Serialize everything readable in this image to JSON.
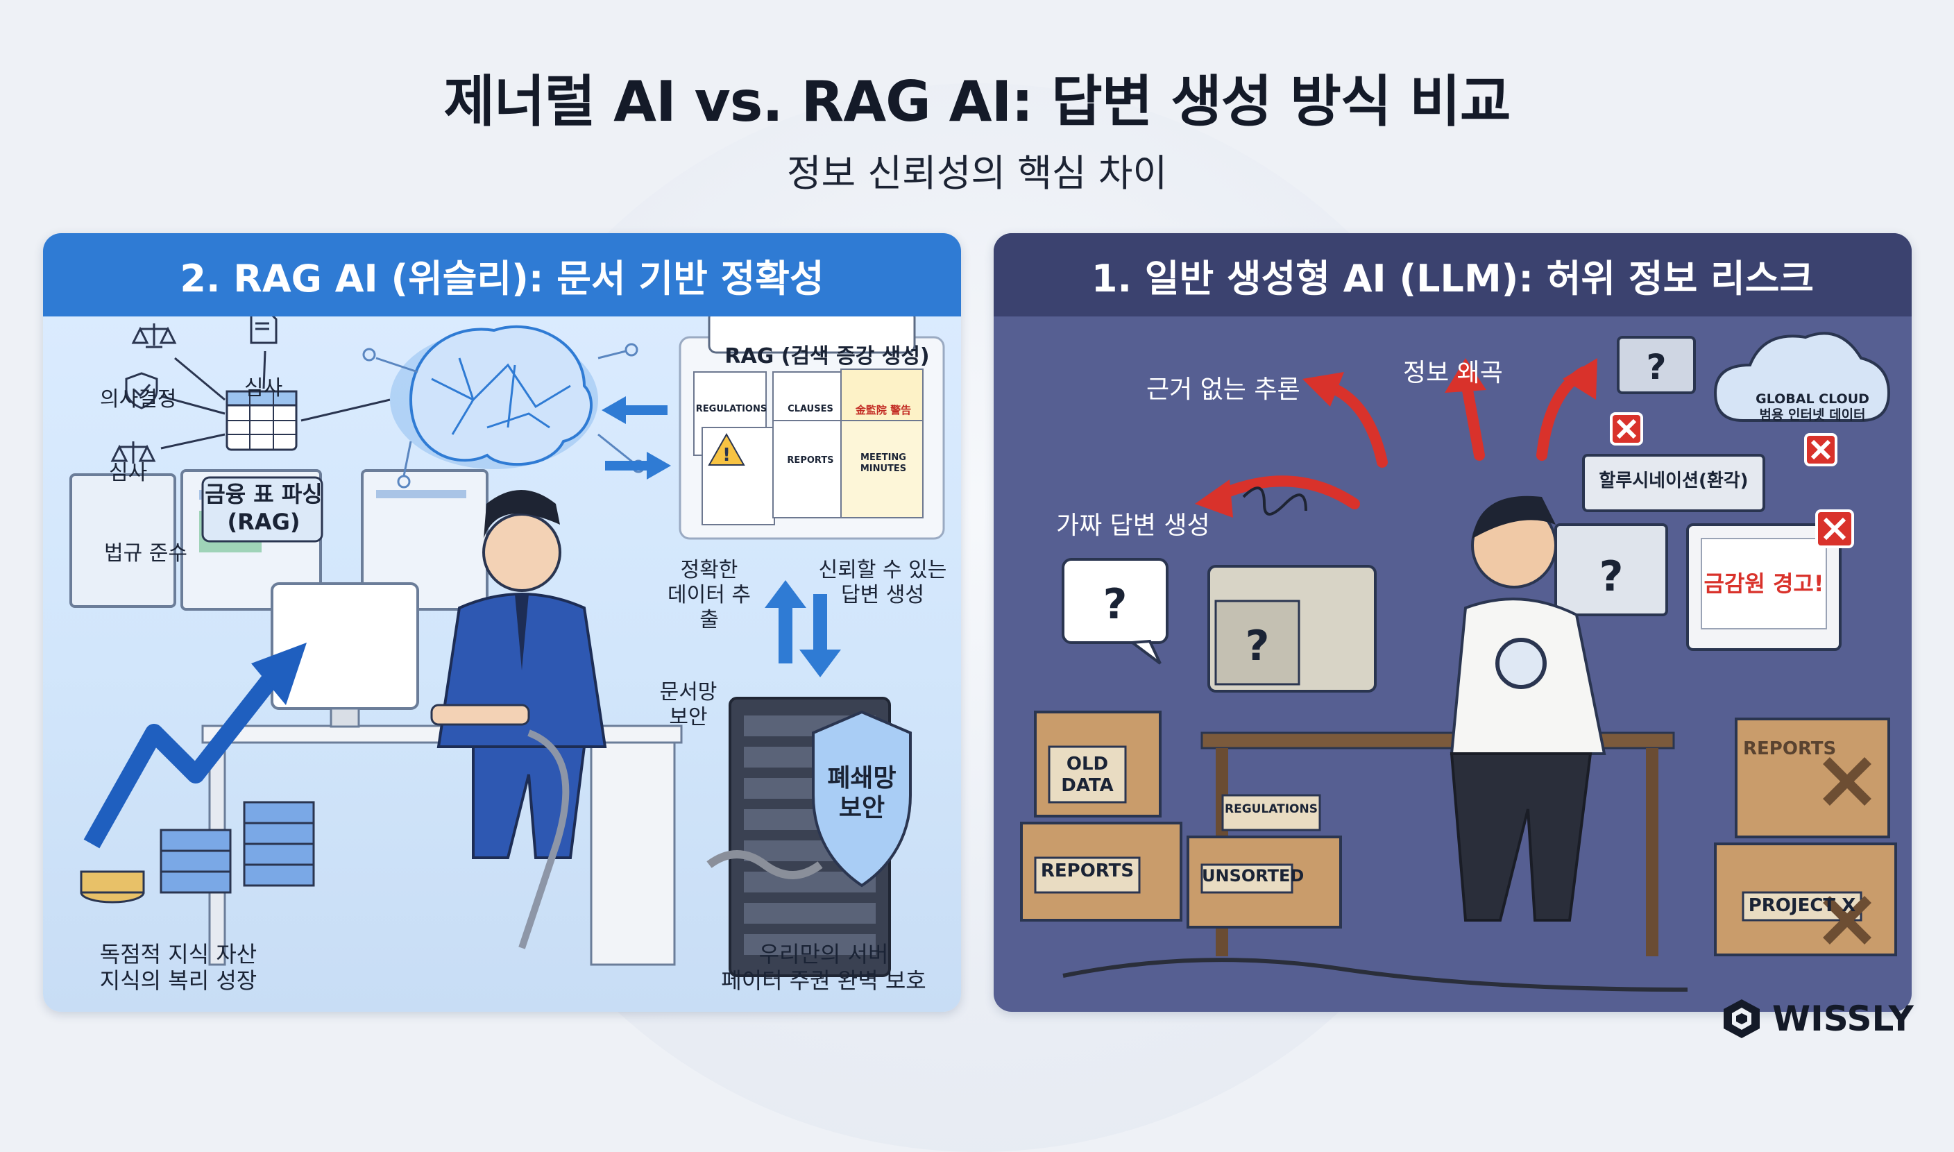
{
  "header": {
    "title": "제너럴 AI vs. RAG AI: 답변 생성 방식 비교",
    "subtitle": "정보 신뢰성의 핵심 차이"
  },
  "left_panel": {
    "heading": "2. RAG AI (위슬리): 문서 기반 정확성",
    "labels": {
      "decision": "의사결정",
      "review_top": "심사",
      "review_left": "심사",
      "compliance": "법규 준수",
      "table_parsing": "금융 표 파싱\n(RAG)",
      "rag_box_title": "RAG (검색 증강 생성)",
      "doc_regulations": "REGULATIONS",
      "doc_clauses": "CLAUSES",
      "doc_warning": "金監院 警告",
      "doc_reports": "REPORTS",
      "doc_meeting": "MEETING\nMINUTES",
      "extract": "정확한\n데이터 추출",
      "reliable": "신뢰할 수 있는\n답변 생성",
      "doc_network": "문서망\n보안",
      "closed_network": "폐쇄망\n보안",
      "knowledge_assets": "독점적 지식 자산\n지식의 복리 성장",
      "own_server": "우리만의 서버\n페이터 주권 완벽 보호"
    }
  },
  "right_panel": {
    "heading": "1. 일반 생성형 AI (LLM): 허위 정보 리스크",
    "labels": {
      "baseless": "근거 없는 추론",
      "distortion": "정보 왜곡",
      "fake_answer": "가짜 답변 생성",
      "cloud": "GLOBAL CLOUD\n범용 인터넷 데이터",
      "hallucination": "할루시네이션(환각)",
      "fss_warning": "금감원 경고!",
      "old_data": "OLD\nDATA",
      "reports_box": "REPORTS",
      "regulations_box": "REGULATIONS",
      "unsorted": "UNSORTED",
      "reports_stack": "REPORTS",
      "project_x": "PROJECT X"
    }
  },
  "brand": {
    "name": "WISSLY"
  },
  "colors": {
    "left_header": "#2f7bd4",
    "right_header": "#3b426f",
    "right_body": "#565f92",
    "warning_red": "#d9322b",
    "arrow_blue": "#2f7bd4"
  }
}
